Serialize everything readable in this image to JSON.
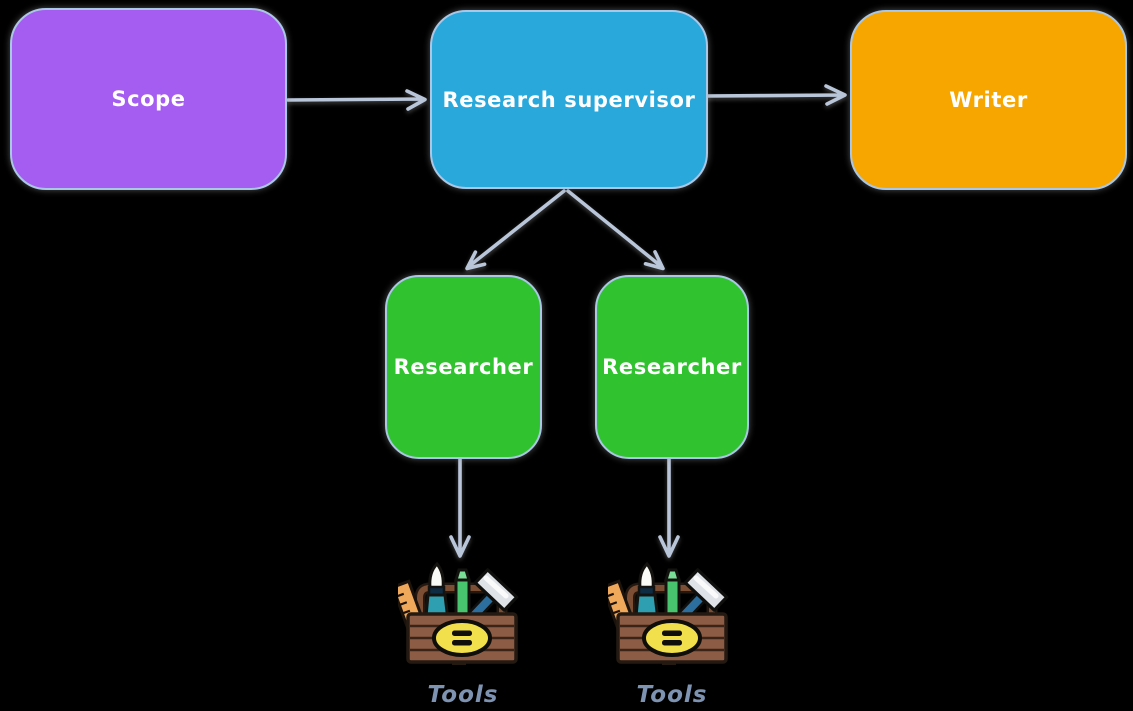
{
  "diagram": {
    "background": "#000000",
    "nodes": [
      {
        "id": "scope",
        "label": "Scope",
        "fill": "#a55cf1",
        "text_color": "#ffffff"
      },
      {
        "id": "research-supervisor",
        "label": "Research supervisor",
        "fill": "#29a8dc",
        "text_color": "#ffffff"
      },
      {
        "id": "writer",
        "label": "Writer",
        "fill": "#f7a600",
        "text_color": "#ffffff"
      },
      {
        "id": "researcher-1",
        "label": "Researcher",
        "fill": "#31c32f",
        "text_color": "#ffffff"
      },
      {
        "id": "researcher-2",
        "label": "Researcher",
        "fill": "#31c32f",
        "text_color": "#ffffff"
      }
    ],
    "icons": [
      {
        "id": "toolbox-1",
        "name": "toolbox-icon"
      },
      {
        "id": "toolbox-2",
        "name": "toolbox-icon"
      }
    ],
    "icon_captions": [
      {
        "id": "tools-1",
        "text": "Tools"
      },
      {
        "id": "tools-2",
        "text": "Tools"
      }
    ],
    "edges": [
      {
        "from": "scope",
        "to": "research-supervisor"
      },
      {
        "from": "research-supervisor",
        "to": "writer"
      },
      {
        "from": "research-supervisor",
        "to": "researcher-1"
      },
      {
        "from": "research-supervisor",
        "to": "researcher-2"
      },
      {
        "from": "researcher-1",
        "to": "toolbox-1"
      },
      {
        "from": "researcher-2",
        "to": "toolbox-2"
      }
    ],
    "style": {
      "node_border": "#aac7e6",
      "arrow": "#b9c6da",
      "caption_color": "#93add0"
    }
  }
}
